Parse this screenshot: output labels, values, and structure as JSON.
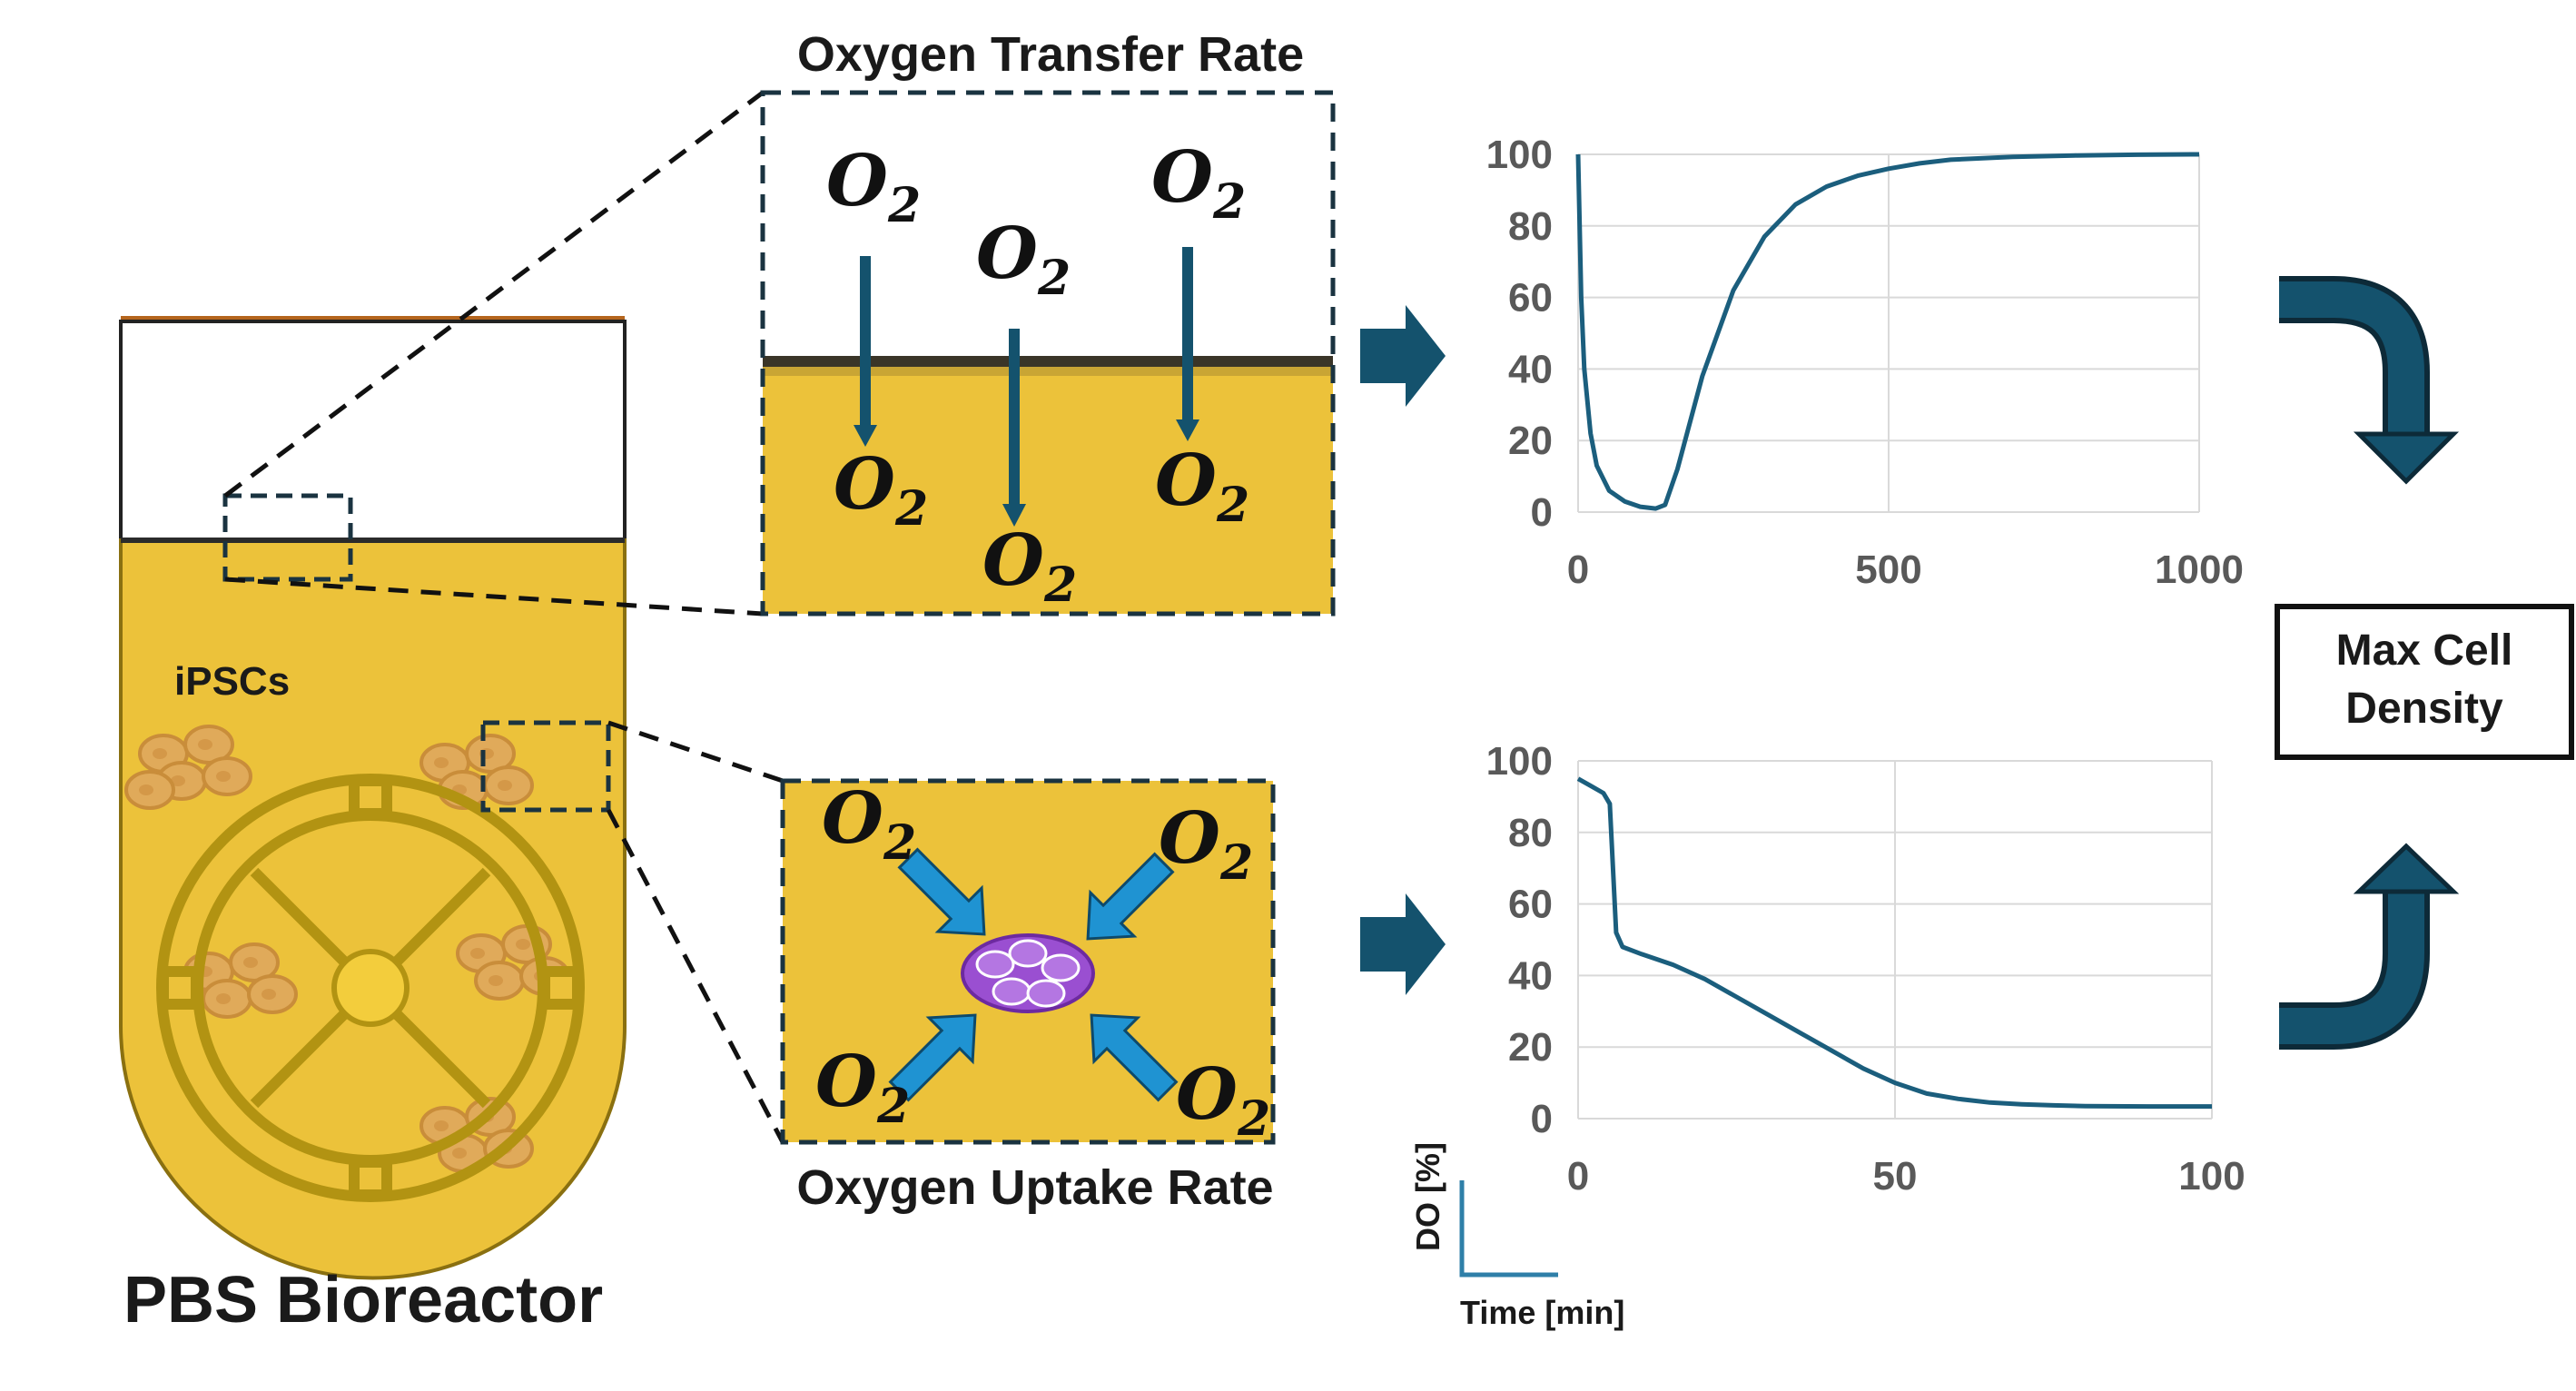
{
  "labels": {
    "reactor_title": "PBS Bioreactor",
    "cells": "iPSCs",
    "transfer_title": "Oxygen Transfer Rate",
    "uptake_title": "Oxygen Uptake Rate",
    "max_cell_line1": "Max Cell",
    "max_cell_line2": "Density",
    "axis_key_y": "DO [%]",
    "axis_key_x": "Time [min]"
  },
  "o2": {
    "base": "O",
    "sub": "2"
  },
  "colors": {
    "medium": "#ecc23a",
    "medium_dark": "#b89a1a",
    "arrow": "#14526d",
    "uptake_arrow": "#1f93d2",
    "cell_cluster": "#9a4fd1",
    "curve": "#1b5e7d",
    "grid": "#d9d9d9"
  },
  "chart_data": [
    {
      "type": "line",
      "title": "",
      "xlabel": "",
      "ylabel": "",
      "xlim": [
        0,
        1000
      ],
      "ylim": [
        0,
        100
      ],
      "xticks": [
        0,
        500,
        1000
      ],
      "yticks": [
        0,
        20,
        40,
        60,
        80,
        100
      ],
      "grid": true,
      "series": [
        {
          "x": [
            0,
            5,
            10,
            20,
            30,
            50,
            75,
            100,
            125,
            140,
            160,
            200,
            250,
            300,
            350,
            400,
            450,
            500,
            550,
            600,
            700,
            800,
            900,
            1000
          ],
          "y": [
            100,
            60,
            40,
            22,
            13,
            6,
            3,
            1.5,
            1,
            2,
            12,
            38,
            62,
            77,
            86,
            91,
            94,
            96,
            97.5,
            98.5,
            99.3,
            99.7,
            99.9,
            100
          ]
        }
      ]
    },
    {
      "type": "line",
      "title": "",
      "xlabel": "",
      "ylabel": "",
      "xlim": [
        0,
        100
      ],
      "ylim": [
        0,
        100
      ],
      "xticks": [
        0,
        50,
        100
      ],
      "yticks": [
        0,
        20,
        40,
        60,
        80,
        100
      ],
      "grid": true,
      "series": [
        {
          "x": [
            0,
            2,
            4,
            5,
            6,
            7,
            10,
            15,
            20,
            25,
            30,
            35,
            40,
            45,
            50,
            55,
            60,
            65,
            70,
            75,
            80,
            90,
            100
          ],
          "y": [
            95,
            93,
            91,
            88,
            52,
            48,
            46,
            43,
            39,
            34,
            29,
            24,
            19,
            14,
            10,
            7,
            5.5,
            4.5,
            4,
            3.7,
            3.5,
            3.4,
            3.4
          ]
        }
      ]
    }
  ]
}
